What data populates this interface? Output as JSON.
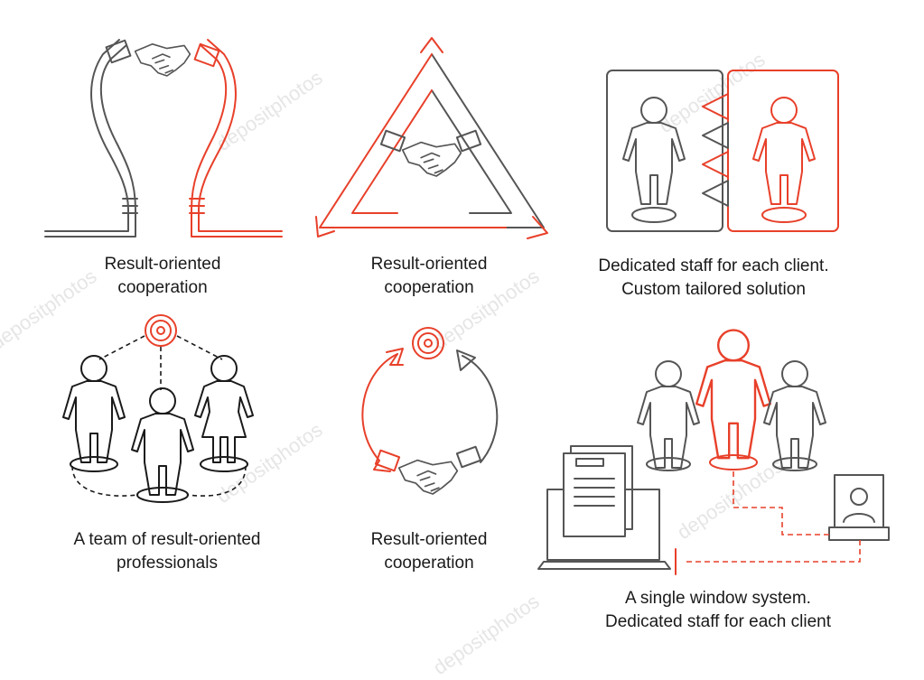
{
  "palette": {
    "accent": "#e8402a",
    "outline": "#555555",
    "ink": "#1a1a1a",
    "background": "#ffffff"
  },
  "watermark": "depositphotos",
  "panels": [
    {
      "id": "bulb-handshake",
      "icons": [
        "lightbulb-arms-icon",
        "handshake-icon"
      ],
      "caption": [
        "Result-oriented",
        "cooperation"
      ]
    },
    {
      "id": "triangle-handshake",
      "icons": [
        "triangle-arrows-icon",
        "handshake-icon"
      ],
      "caption": [
        "Result-oriented",
        "cooperation"
      ]
    },
    {
      "id": "dedicated-staff",
      "icons": [
        "person-card-icon",
        "arrow-connector-icon"
      ],
      "caption": [
        "Dedicated staff for each client.",
        "Custom tailored solution"
      ]
    },
    {
      "id": "team",
      "icons": [
        "target-icon",
        "person-icon",
        "woman-icon"
      ],
      "caption": [
        "A team of result-oriented",
        "professionals"
      ]
    },
    {
      "id": "cycle-handshake",
      "icons": [
        "circular-arrows-icon",
        "target-icon",
        "handshake-icon"
      ],
      "caption": [
        "Result-oriented",
        "cooperation"
      ]
    },
    {
      "id": "single-window",
      "icons": [
        "laptop-icon",
        "documents-icon",
        "person-icon",
        "monitor-user-icon"
      ],
      "caption": [
        "A single window system.",
        "Dedicated staff for each client"
      ]
    }
  ]
}
